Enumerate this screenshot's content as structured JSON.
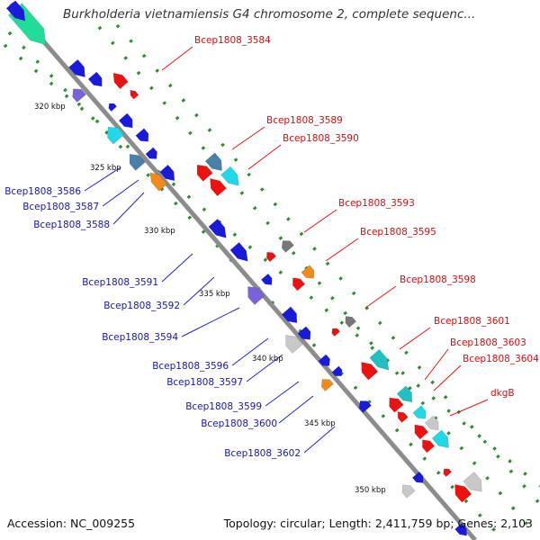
{
  "title": "Burkholderia vietnamiensis G4 chromosome 2, complete sequenc...",
  "accession": "Accession: NC_009255",
  "topology": "Topology: circular; Length: 2,411,759 bp; Genes: 2,103",
  "colors": {
    "backbone": "#8c8c8c",
    "dots": "#2e8b2e",
    "gene_red": "#ee1111",
    "gene_blue": "#1a1add",
    "gene_gray": "#777777",
    "gene_lightgray": "#c8c8c8",
    "gene_cyan": "#22d8e6",
    "gene_teal": "#22c0c0",
    "gene_steel": "#4a7fa8",
    "gene_purple": "#7a63d9",
    "gene_orange": "#f08a1a",
    "gene_mint": "#22dd99",
    "label_red": "#d01010",
    "label_blue": "#1414b4",
    "leader_red": "#ee1111",
    "leader_blue": "#2222cc"
  },
  "kbp_ticks": [
    "320 kbp",
    "325 kbp",
    "330 kbp",
    "335 kbp",
    "340 kbp",
    "345 kbp",
    "350 kbp"
  ],
  "top_strand_labels": [
    "Bcep1808_3584",
    "Bcep1808_3589",
    "Bcep1808_3590",
    "Bcep1808_3593",
    "Bcep1808_3595",
    "Bcep1808_3598",
    "Bcep1808_3601",
    "Bcep1808_3603",
    "Bcep1808_3604",
    "dkgB"
  ],
  "bottom_strand_labels": [
    "Bcep1808_3586",
    "Bcep1808_3587",
    "Bcep1808_3588",
    "Bcep1808_3591",
    "Bcep1808_3592",
    "Bcep1808_3594",
    "Bcep1808_3596",
    "Bcep1808_3597",
    "Bcep1808_3599",
    "Bcep1808_3600",
    "Bcep1808_3602"
  ]
}
